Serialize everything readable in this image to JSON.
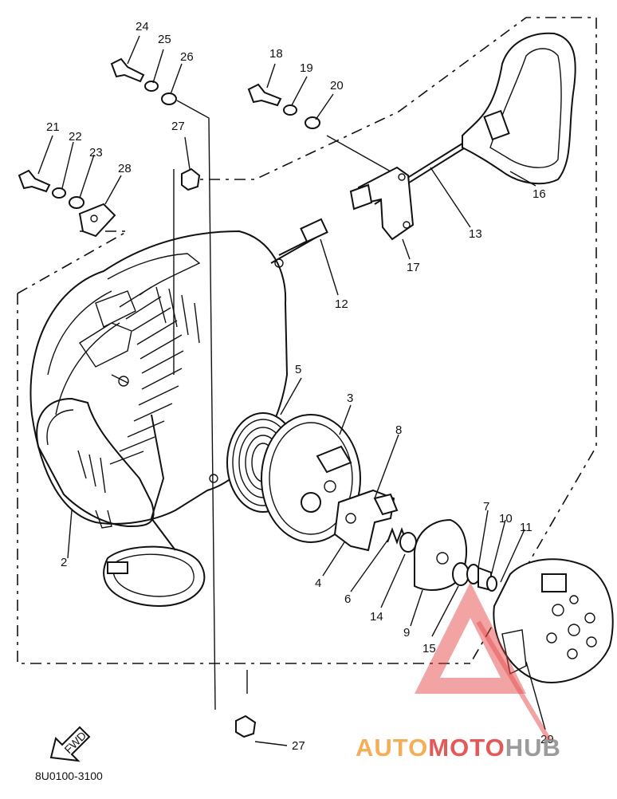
{
  "diagram": {
    "code": "8U0100-3100",
    "fwd_label": "FWD",
    "parts": [
      "24",
      "25",
      "26",
      "18",
      "19",
      "20",
      "21",
      "22",
      "23",
      "28",
      "27",
      "16",
      "13",
      "17",
      "12",
      "5",
      "3",
      "8",
      "2",
      "4",
      "6",
      "14",
      "9",
      "15",
      "7",
      "10",
      "11",
      "29",
      "27"
    ]
  },
  "watermark": {
    "part1": "AUTO",
    "part2": "MOTO",
    "part3": "HUB",
    "color1": "#f2a13a",
    "color2": "#e23b3b",
    "color3": "#8a8a8a"
  }
}
